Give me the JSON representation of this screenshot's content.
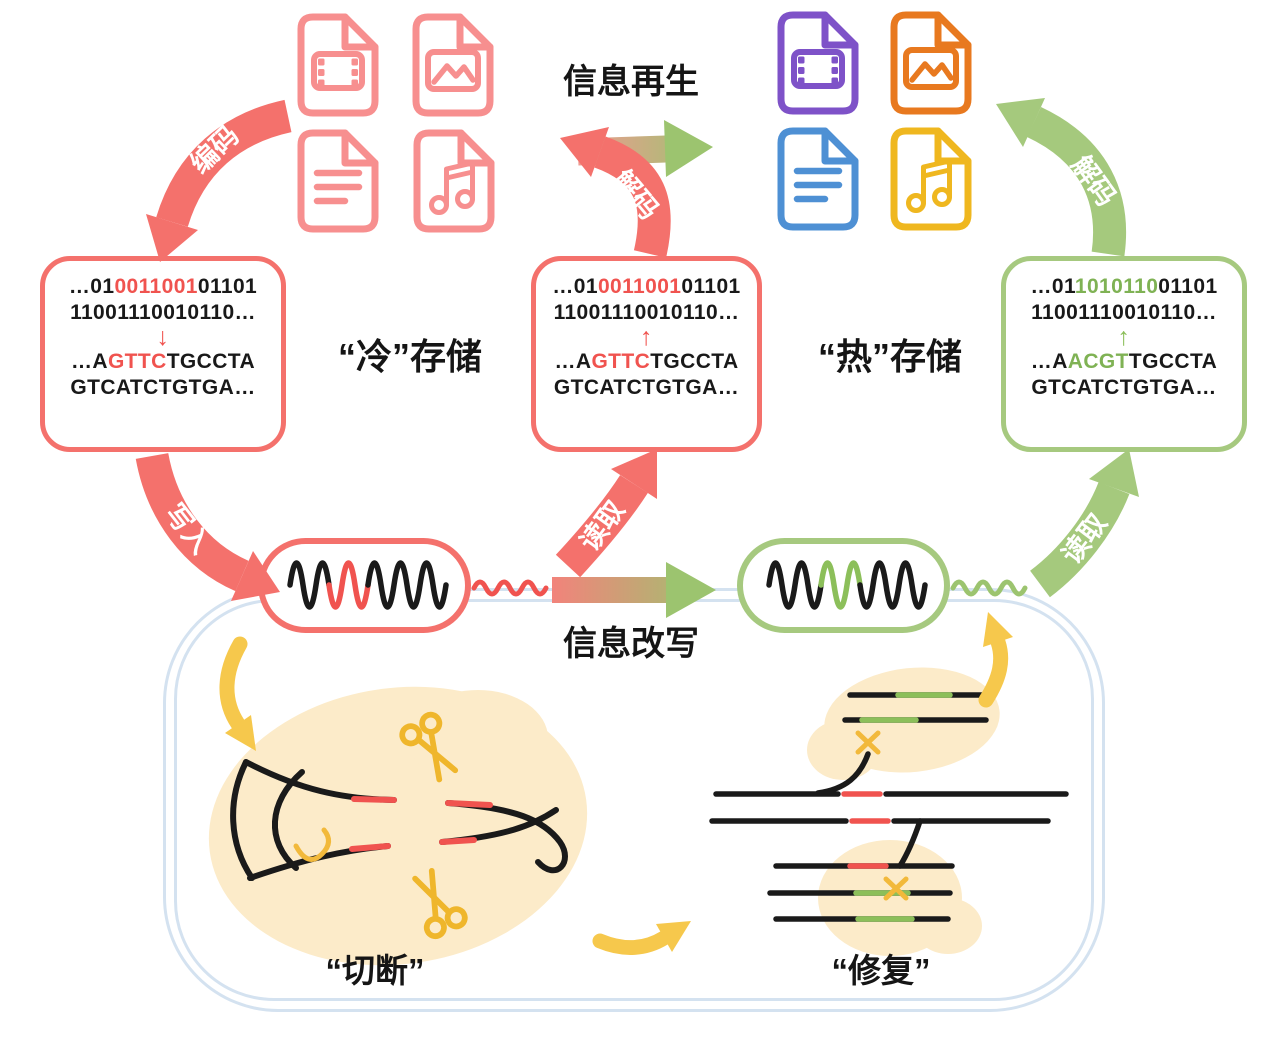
{
  "labels": {
    "regeneration": "信息再生",
    "rewrite": "信息改写",
    "cold_storage": "“冷”存储",
    "hot_storage": "“热”存储",
    "cut": "“切断”",
    "repair": "“修复”",
    "encode": "编码",
    "decode_mid": "解码",
    "decode_right": "解码",
    "write": "写入",
    "read_mid": "读取",
    "read_right": "读取"
  },
  "boxes": {
    "cold": {
      "l1a": "…01",
      "l1b": "0011001",
      "l1c": "01101",
      "l2": "11001110010110…",
      "arrow": "↓",
      "l3a": "…A",
      "l3b": "GTTC",
      "l3c": "TGCCTA",
      "l4": "GTCATCTGTGA…"
    },
    "mid": {
      "l1a": "…01",
      "l1b": "0011001",
      "l1c": "01101",
      "l2": "11001110010110…",
      "arrow": "↑",
      "l3a": "…A",
      "l3b": "GTTC",
      "l3c": "TGCCTA",
      "l4": "GTCATCTGTGA…"
    },
    "hot": {
      "l1a": "…01",
      "l1b": "1010110",
      "l1c": "01101",
      "l2": "11001110010110…",
      "arrow": "↑",
      "l3a": "…A",
      "l3b": "ACGT",
      "l3c": "TGCCTA",
      "l4": "GTCATCTGTGA…"
    }
  },
  "icons": {
    "pink_files": [
      "video-file",
      "image-file",
      "text-file",
      "audio-file"
    ],
    "colored_files": [
      "video-file",
      "image-file",
      "text-file",
      "audio-file"
    ],
    "other": [
      "scissors-icon",
      "dna-plasmid-icon",
      "crossover-x-icon"
    ]
  },
  "colors": {
    "pink": "#F4716C",
    "pink_light": "#F78F8F",
    "red": "#F0534F",
    "green": "#A5C97D",
    "green_text": "#7FB254",
    "purple": "#7E52C8",
    "orange": "#E8791F",
    "blue": "#4E90D4",
    "yellow": "#F2B93B",
    "blob": "#FCEBC9",
    "cell_outline": "#D4E2F0"
  }
}
